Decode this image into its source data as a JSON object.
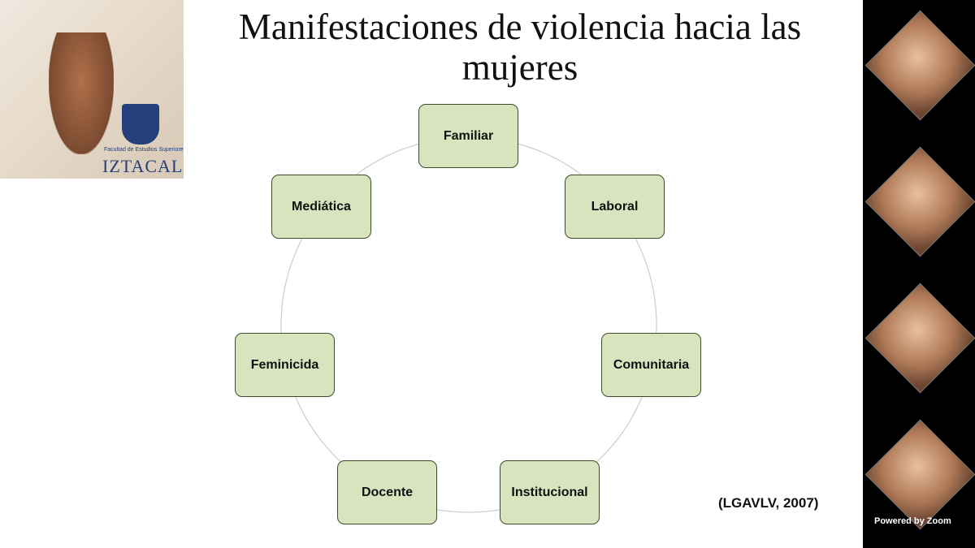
{
  "logo": {
    "subtitle": "Facultad de Estudios Superiores",
    "name": "IZTACALA"
  },
  "title": "Manifestaciones de violencia hacia las mujeres",
  "diagram": {
    "type": "cycle",
    "nodes": [
      "Familiar",
      "Laboral",
      "Comunitaria",
      "Institucional",
      "Docente",
      "Feminicida",
      "Mediática"
    ]
  },
  "citation": "(LGAVLV, 2007)",
  "sidebar": {
    "watermark": "Powered by Zoom"
  }
}
